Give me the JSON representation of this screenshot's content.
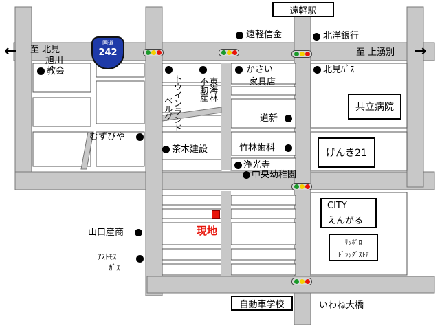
{
  "route": {
    "label": "国道",
    "number": "242"
  },
  "directions": {
    "west_line1": "至 北見",
    "west_line2": "旭川",
    "east": "至 上湧別"
  },
  "boxes": {
    "station": "遠軽駅",
    "hospital": "共立病院",
    "genki": "げんき21",
    "city_line1": "CITY",
    "city_line2": "えんがる",
    "sapporo_line1": "ｻｯﾎﾟﾛ",
    "sapporo_line2": "ﾄﾞﾗｯｸﾞｽﾄｱ",
    "driving_school": "自動車学校"
  },
  "places": {
    "engaru_shinkin": "遠軽信金",
    "hokuyo_bank": "北洋銀行",
    "church": "教会",
    "kasai_line1": "かさい",
    "kasai_line2": "家具店",
    "kitami_bus": "北見ﾊﾞｽ",
    "douhoku": "道新",
    "muzubiya": "むずびや",
    "chaki": "茶木建設",
    "takebayashi": "竹林歯科",
    "joukouji": "浄光寺",
    "chuo_kinder": "中央幼稚園",
    "yamaguchi": "山口産商",
    "astomos_line1": "ｱｽﾄﾓｽ",
    "astomos_line2": "ｶﾞｽ",
    "iwane": "いわね大橋",
    "site": "現地",
    "two_in_land": "トウインランド",
    "bell_guru": "ベルグ",
    "fudosan_line1": "不動産",
    "fudosan_line2": "東海林"
  },
  "colors": {
    "road": "#c8c8c8",
    "route_shield": "#1e3aa8",
    "site_marker": "#e8140a",
    "signal_red": "#e8140a",
    "signal_yellow": "#f4d000",
    "signal_green": "#1a9a2a"
  }
}
